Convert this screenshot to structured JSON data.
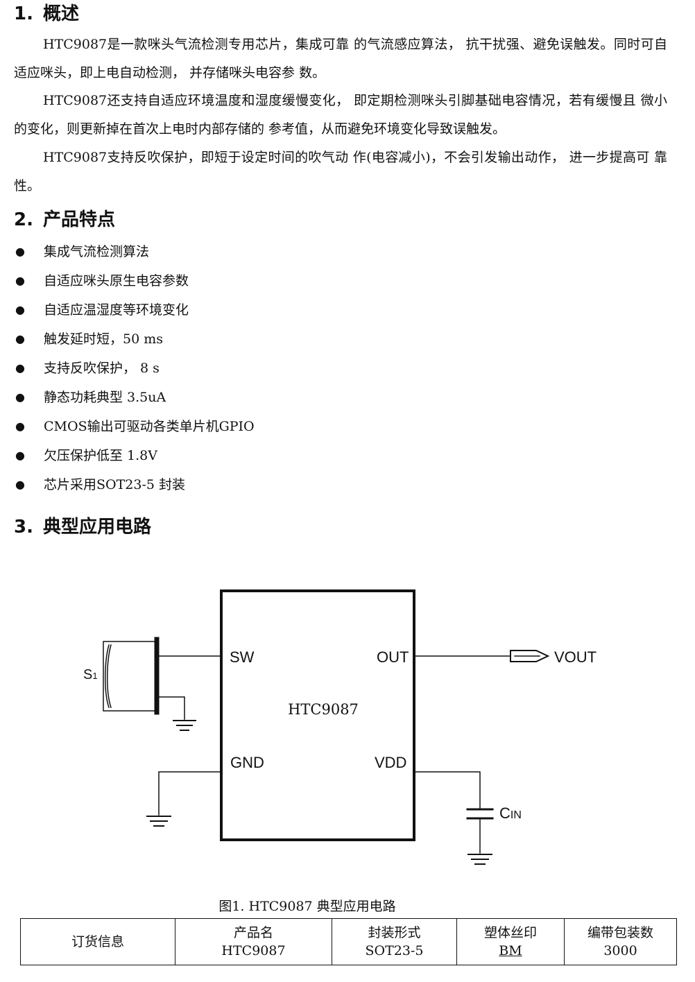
{
  "sections": {
    "overview": {
      "num": "1.",
      "title": "概述",
      "paragraphs": [
        "HTC9087是一款咪头气流检测专用芯片，集成可靠 的气流感应算法， 抗干扰强、避免误触发。同时可自适应咪头，即上电自动检测， 并存储咪头电容参 数。",
        "HTC9087还支持自适应环境温度和湿度缓慢变化， 即定期检测咪头引脚基础电容情况，若有缓慢且 微小的变化，则更新掉在首次上电时内部存储的 参考值，从而避免环境变化导致误触发。",
        "HTC9087支持反吹保护，即短于设定时间的吹气动 作(电容减小)，不会引发输出动作， 进一步提高可 靠性。"
      ]
    },
    "features": {
      "num": "2.",
      "title": "产品特点",
      "bullet": "●",
      "items": [
        "集成气流检测算法",
        "自适应咪头原生电容参数",
        "自适应温湿度等环境变化",
        "触发延时短，50 ms",
        "支持反吹保护， 8 s",
        "静态功耗典型 3.5uA",
        "CMOS输出可驱动各类单片机GPIO",
        "欠压保护低至 1.8V",
        "芯片采用SOT23-5 封装"
      ]
    },
    "circuit": {
      "num": "3.",
      "title": "典型应用电路"
    }
  },
  "diagram": {
    "chip_name": "HTC9087",
    "pins": {
      "sw": "SW",
      "gnd": "GND",
      "out": "OUT",
      "vdd": "VDD"
    },
    "mic_label": "S",
    "mic_sub": "1",
    "output_label": "VOUT",
    "cap_label": "C",
    "cap_sub": "IN",
    "caption": "图1. HTC9087 典型应用电路"
  },
  "order_table": {
    "row_label": "订货信息",
    "columns": [
      {
        "header": "产品名",
        "value": "HTC9087"
      },
      {
        "header": "封装形式",
        "value": "SOT23-5"
      },
      {
        "header": "塑体丝印",
        "value": "BM"
      },
      {
        "header": "编带包装数",
        "value": "3000"
      }
    ]
  }
}
